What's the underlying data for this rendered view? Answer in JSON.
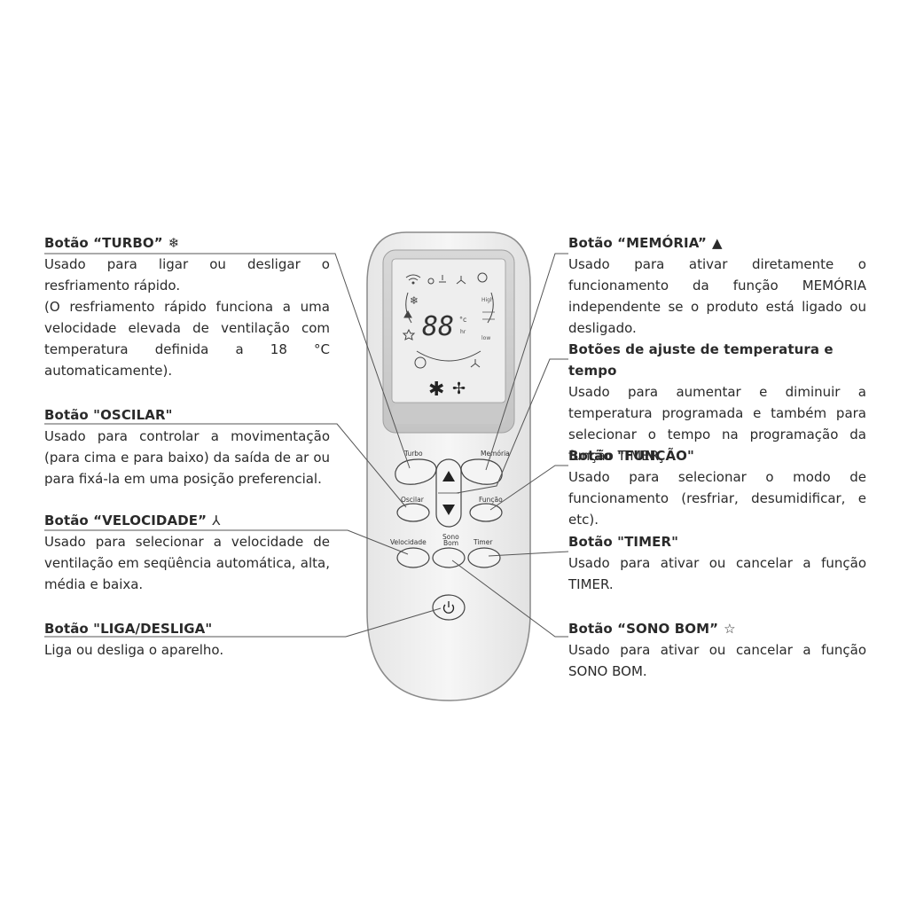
{
  "callouts": {
    "turbo": {
      "title": "Botão “TURBO”",
      "icon": "❄",
      "body": "Usado para ligar ou desligar o resfriamento rápido.\n(O resfriamento rápido funciona a uma velocidade elevada de ventilação com temperatura definida a 18 °C automaticamente)."
    },
    "oscilar": {
      "title": "Botão \"OSCILAR\"",
      "body": "Usado para controlar a movimentação (para cima e para baixo) da saída de ar ou para fixá-la em uma posição preferencial."
    },
    "velocidade": {
      "title": "Botão “VELOCIDADE”",
      "icon": "⅄",
      "body": "Usado para selecionar a velocidade de ventilação em seqüência automática, alta, média e baixa."
    },
    "liga": {
      "title": "Botão \"LIGA/DESLIGA\"",
      "body": "Liga ou desliga o aparelho."
    },
    "memoria": {
      "title": "Botão “MEMÓRIA”",
      "icon": "▲",
      "body": "Usado para ativar diretamente o funcionamento da função MEMÓRIA independente se o produto está ligado ou desligado."
    },
    "ajuste": {
      "title": "Botões de ajuste de temperatura e tempo",
      "body": "Usado para aumentar e diminuir a temperatura programada e também para selecionar o tempo na programação da função TIMER."
    },
    "funcao": {
      "title": "Botão \"FUNÇÃO\"",
      "body": "Usado para selecionar o modo de funcionamento (resfriar, desumidificar, e etc)."
    },
    "timer": {
      "title": "Botão \"TIMER\"",
      "body": "Usado para ativar ou cancelar a função TIMER."
    },
    "sono": {
      "title": "Botão “SONO BOM”",
      "icon": "☆",
      "body": "Usado para ativar ou cancelar a função SONO BOM."
    }
  },
  "remote": {
    "display": {
      "digits": "88",
      "unit_c": "°c",
      "unit_hr": "hr",
      "high": "High",
      "low": "low"
    },
    "buttons": {
      "turbo": "Turbo",
      "memoria": "Memória",
      "oscilar": "Oscilar",
      "funcao": "Função",
      "velocidade": "Velocidade",
      "sono_1": "Sono",
      "sono_2": "Bom",
      "timer": "Timer"
    }
  },
  "colors": {
    "line": "#555555",
    "remote_body": "#f2f2f2",
    "lcd": "#cfcfcf",
    "button": "#f4f4f4"
  },
  "icons": [
    "snowflake-icon",
    "fan-icon",
    "warning-icon",
    "star-icon",
    "power-icon",
    "arrow-up-icon",
    "arrow-down-icon"
  ]
}
